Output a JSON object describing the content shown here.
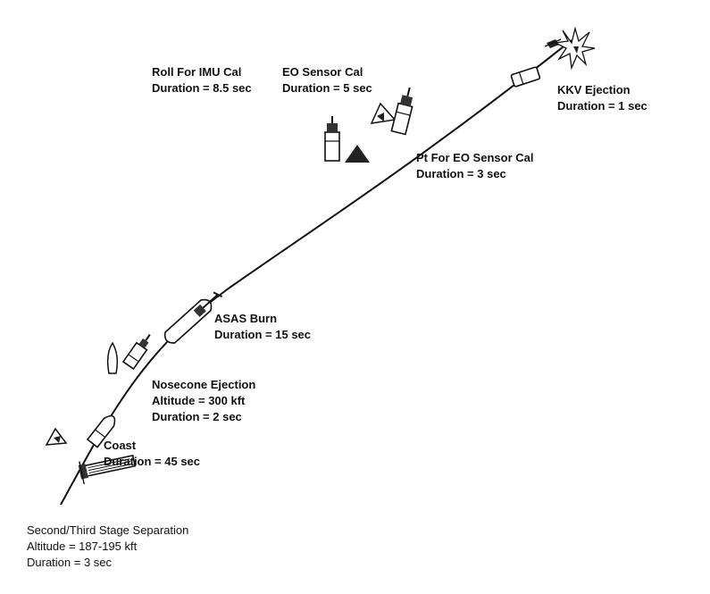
{
  "events": [
    {
      "id": "roll",
      "title": "Roll For IMU Cal",
      "detail": "Duration = 8.5 sec"
    },
    {
      "id": "eo",
      "title": "EO Sensor Cal",
      "detail": "Duration = 5 sec"
    },
    {
      "id": "kkv",
      "title": "KKV Ejection",
      "detail": "Duration = 1 sec"
    },
    {
      "id": "pt",
      "title": "Pt For EO Sensor Cal",
      "detail": "Duration = 3 sec"
    },
    {
      "id": "asas",
      "title": "ASAS Burn",
      "detail": "Duration = 15 sec"
    },
    {
      "id": "nose",
      "title": "Nosecone Ejection",
      "detail": "Altitude = 300 kft",
      "detail2": "Duration = 2 sec"
    },
    {
      "id": "coast",
      "title": "Coast",
      "detail": "Duration = 45 sec"
    },
    {
      "id": "sep",
      "title": "Second/Third Stage Separation",
      "detail": "Altitude = 187-195 kft",
      "detail2": "Duration = 3 sec"
    }
  ],
  "icons": [
    "trajectory-curve",
    "spent-stage-icon",
    "coast-vehicle-icon",
    "nosecone-fragment-icon",
    "nosecone-vehicle-icon",
    "asas-burn-vehicle-icon",
    "roll-vehicle-icon",
    "eo-cal-vehicle-icon",
    "kkv-icon",
    "intercept-burst-icon"
  ]
}
